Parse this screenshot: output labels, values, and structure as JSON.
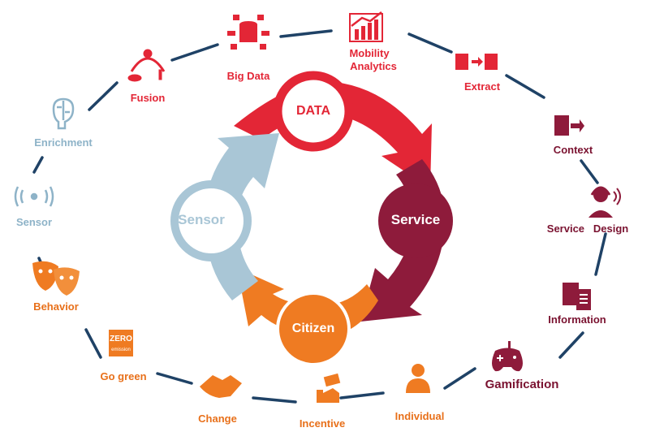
{
  "cycle": {
    "data": "DATA",
    "service": "Service",
    "citizen": "Citizen",
    "sensor": "Sensor"
  },
  "nodes": {
    "fusion": "Fusion",
    "big_data": "Big Data",
    "mobility_analytics_1": "Mobility",
    "mobility_analytics_2": "Analytics",
    "extract": "Extract",
    "context": "Context",
    "service_design": "Service   Design",
    "information": "Information",
    "gamification": "Gamification",
    "individual": "Individual",
    "incentive": "Incentive",
    "change": "Change",
    "go_green": "Go green",
    "behavior": "Behavior",
    "sensor": "Sensor",
    "enrichment": "Enrichment"
  },
  "badges": {
    "zero_top": "ZERO",
    "zero_bottom": "emission"
  },
  "colors": {
    "red": "#e32636",
    "dark_red": "#7a1230",
    "orange": "#e8701a",
    "light_blue": "#8eb3c8",
    "navy_line": "#1f4266"
  }
}
